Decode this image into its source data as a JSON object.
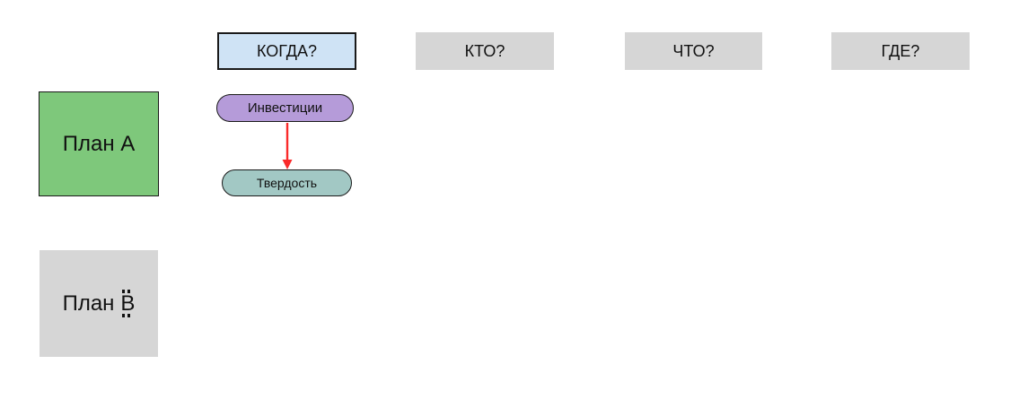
{
  "canvas": {
    "background": "#ffffff"
  },
  "colors": {
    "plan_a_fill": "#7ec87b",
    "plan_b_fill": "#d6d6d6",
    "header_active_fill": "#cfe3f5",
    "header_fill": "#d6d6d6",
    "node_investitsii_fill": "#b59bd9",
    "node_tverdost_fill": "#a2c8c4",
    "shape_border": "#1a1a1a",
    "arrow_color": "#fa2a2a",
    "text_color": "#111111"
  },
  "plans": [
    {
      "id": "plan-a",
      "label": "План А"
    },
    {
      "id": "plan-b",
      "label": "План ₿",
      "label_prefix": "План",
      "symbol_base": "B"
    }
  ],
  "headers": [
    {
      "id": "kogda",
      "label": "КОГДА?",
      "highlighted": true
    },
    {
      "id": "kto",
      "label": "КТО?",
      "highlighted": false
    },
    {
      "id": "chto",
      "label": "ЧТО?",
      "highlighted": false
    },
    {
      "id": "gde",
      "label": "ГДЕ?",
      "highlighted": false
    }
  ],
  "nodes": [
    {
      "id": "investitsii",
      "label": "Инвестиции"
    },
    {
      "id": "tverdost",
      "label": "Твердость"
    }
  ],
  "connector": {
    "from": "investitsii",
    "to": "tverdost",
    "direction": "down",
    "color": "#fa2a2a"
  }
}
